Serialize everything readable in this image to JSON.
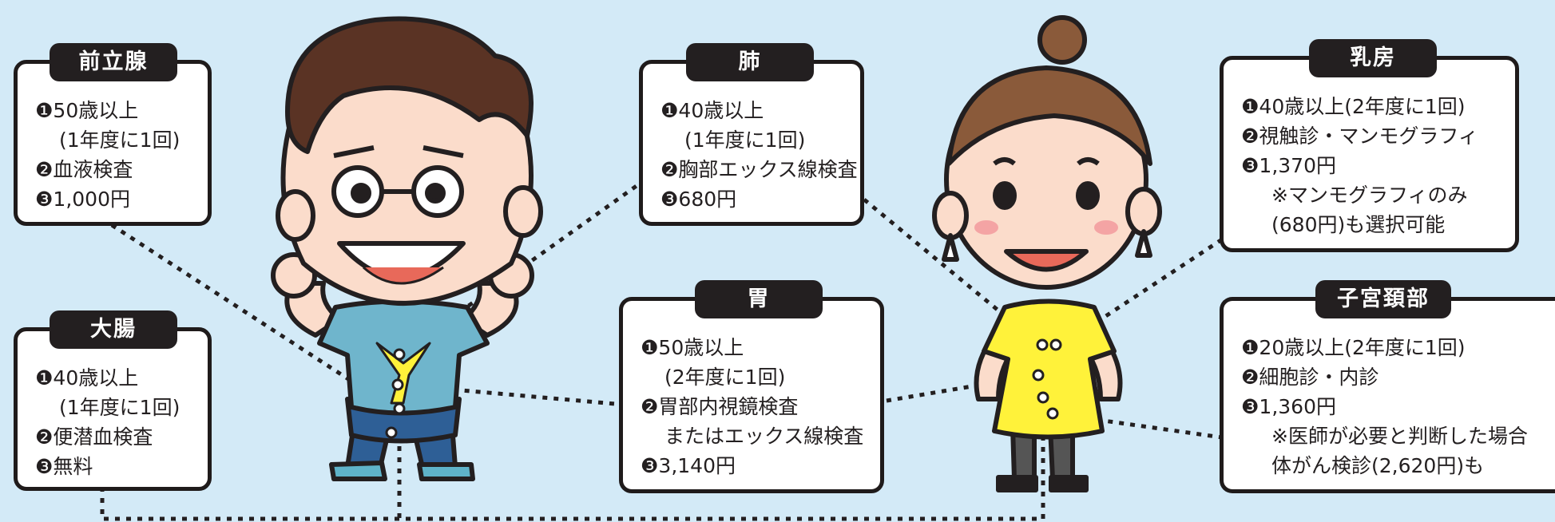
{
  "cards": {
    "prostate": {
      "title": "前立腺",
      "lines": [
        "❶50歳以上",
        "(1年度に1回)",
        "❷血液検査",
        "❸1,000円"
      ]
    },
    "colon": {
      "title": "大腸",
      "lines": [
        "❶40歳以上",
        "(1年度に1回)",
        "❷便潜血検査",
        "❸無料"
      ]
    },
    "lung": {
      "title": "肺",
      "lines": [
        "❶40歳以上",
        "(1年度に1回)",
        "❷胸部エックス線検査",
        "❸680円"
      ]
    },
    "stomach": {
      "title": "胃",
      "lines": [
        "❶50歳以上",
        "(2年度に1回)",
        "❷胃部内視鏡検査",
        "またはエックス線検査",
        "❸3,140円"
      ]
    },
    "breast": {
      "title": "乳房",
      "lines": [
        "❶40歳以上(2年度に1回)",
        "❷視触診・マンモグラフィ",
        "❸1,370円",
        "※マンモグラフィのみ",
        "(680円)も選択可能"
      ]
    },
    "cervix": {
      "title": "子宮頚部",
      "lines": [
        "❶20歳以上(2年度に1回)",
        "❷細胞診・内診",
        "❸1,360円",
        "※医師が必要と判断した場合",
        "体がん検診(2,620円)も"
      ]
    }
  },
  "colors": {
    "background": "#d3eaf7",
    "ink": "#231f20",
    "man_shirt": "#6fb5cc",
    "woman_dress": "#fff23a",
    "skin": "#fbdccb",
    "hair": "#5a3324"
  }
}
